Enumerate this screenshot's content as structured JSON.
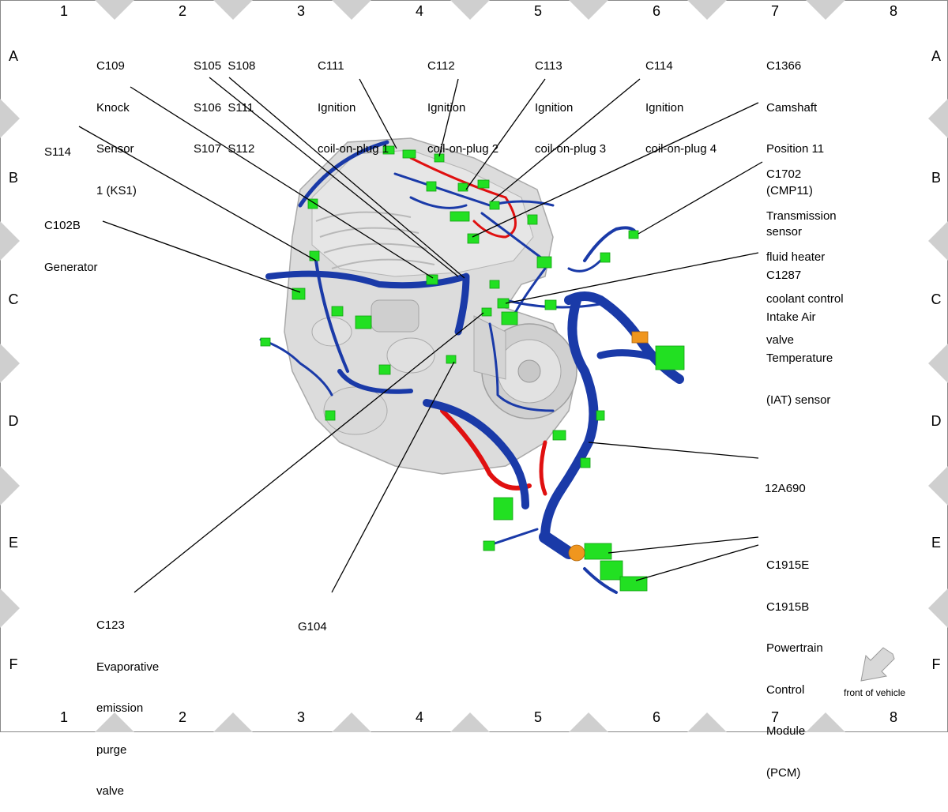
{
  "grid": {
    "columns": [
      "1",
      "2",
      "3",
      "4",
      "5",
      "6",
      "7",
      "8"
    ],
    "rows": [
      "A",
      "B",
      "C",
      "D",
      "E",
      "F"
    ]
  },
  "callouts": {
    "c109": [
      "C109",
      "Knock",
      "Sensor",
      "1 (KS1)"
    ],
    "s105": [
      "S105  S108",
      "S106  S111",
      "S107  S112"
    ],
    "c111": [
      "C111",
      "Ignition",
      "coil-on-plug 1"
    ],
    "c112": [
      "C112",
      "Ignition",
      "coil-on-plug 2"
    ],
    "c113": [
      "C113",
      "Ignition",
      "coil-on-plug 3"
    ],
    "c114": [
      "C114",
      "Ignition",
      "coil-on-plug 4"
    ],
    "c1366": [
      "C1366",
      "Camshaft",
      "Position 11",
      "(CMP11)",
      "sensor"
    ],
    "s114": [
      "S114"
    ],
    "c102b": [
      "C102B",
      "Generator"
    ],
    "c1702": [
      "C1702",
      "Transmission",
      "fluid heater",
      "coolant control",
      "valve"
    ],
    "c1287": [
      "C1287",
      "Intake Air",
      "Temperature",
      "(IAT) sensor"
    ],
    "harness": [
      "12A690"
    ],
    "c1915": [
      "C1915E",
      "C1915B",
      "Powertrain",
      "Control",
      "Module",
      "(PCM)"
    ],
    "c123": [
      "C123",
      "Evaporative",
      "emission",
      "purge",
      "valve"
    ],
    "g104": [
      "G104"
    ]
  },
  "orientation": {
    "label": "front of vehicle",
    "icon": "arrow-down-left-icon"
  },
  "colors": {
    "harness": "#1a3aa8",
    "harness_dark": "#0b2480",
    "red_wire": "#e01010",
    "connector": "#22e022",
    "orange_connector": "#f0961e",
    "engine": "#d6d6d6",
    "diamond": "#cfcfcf"
  }
}
